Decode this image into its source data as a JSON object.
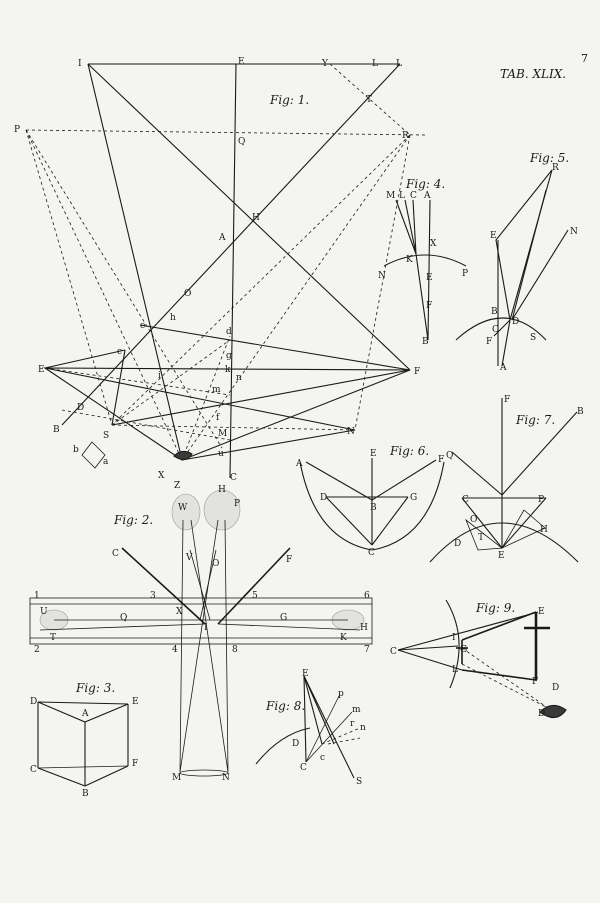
{
  "plate": {
    "number": "7",
    "title": "TAB. XLIX."
  },
  "figures": {
    "fig1": {
      "title": "Fig: 1.",
      "labels": [
        "I",
        "E",
        "Y",
        "L",
        "L",
        "T",
        "P",
        "R",
        "Q",
        "H",
        "A",
        "O",
        "e",
        "h",
        "d",
        "c",
        "g",
        "k",
        "i",
        "m",
        "n",
        "F",
        "E",
        "D",
        "B",
        "b",
        "a",
        "S",
        "M",
        "N",
        "X",
        "u",
        "C",
        "f"
      ]
    },
    "fig2": {
      "title": "Fig: 2.",
      "labels": [
        "Z",
        "W",
        "H",
        "P",
        "V",
        "O",
        "C",
        "F",
        "1",
        "3",
        "5",
        "6",
        "U",
        "Q",
        "X",
        "I",
        "G",
        "H",
        "T",
        "K",
        "2",
        "4",
        "8",
        "7",
        "M",
        "N"
      ]
    },
    "fig3": {
      "title": "Fig: 3.",
      "labels": [
        "D",
        "A",
        "E",
        "C",
        "F",
        "B"
      ]
    },
    "fig4": {
      "title": "Fig: 4.",
      "labels": [
        "M",
        "L",
        "C",
        "A",
        "X",
        "K",
        "E",
        "N",
        "P",
        "F",
        "B"
      ]
    },
    "fig5": {
      "title": "Fig: 5.",
      "labels": [
        "R",
        "N",
        "E",
        "B",
        "D",
        "C",
        "F",
        "S",
        "A"
      ]
    },
    "fig6": {
      "title": "Fig: 6.",
      "labels": [
        "A",
        "E",
        "F",
        "D",
        "B",
        "G",
        "C"
      ]
    },
    "fig7": {
      "title": "Fig: 7.",
      "labels": [
        "F",
        "B",
        "Q",
        "C",
        "P",
        "O",
        "T",
        "D",
        "H",
        "E"
      ]
    },
    "fig8": {
      "title": "Fig: 8.",
      "labels": [
        "E",
        "p",
        "m",
        "r",
        "n",
        "D",
        "c",
        "C",
        "S"
      ]
    },
    "fig9": {
      "title": "Fig: 9.",
      "labels": [
        "E",
        "I",
        "G",
        "C",
        "L",
        "F",
        "D",
        "D"
      ]
    }
  }
}
